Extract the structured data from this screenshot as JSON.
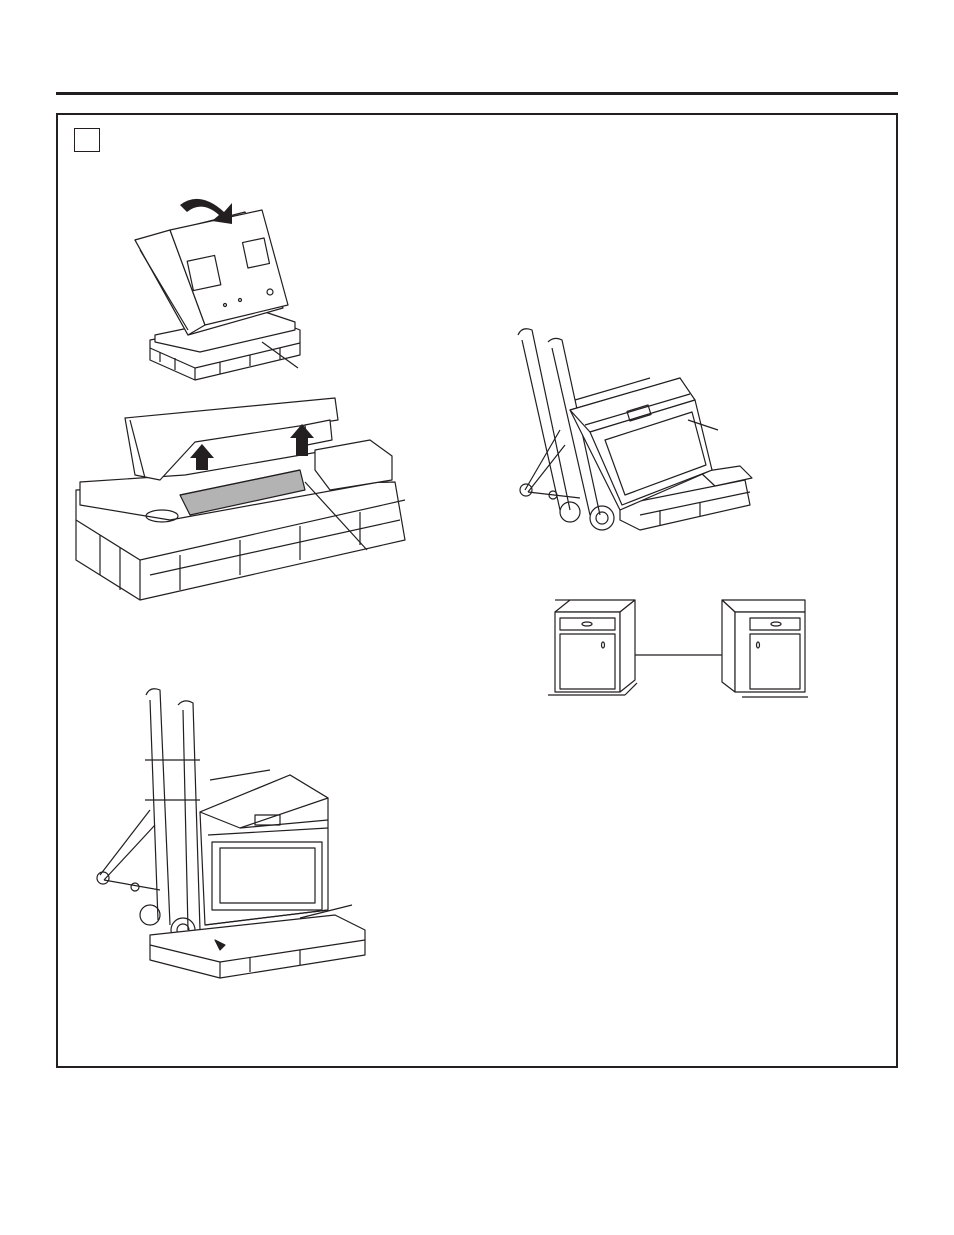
{
  "page": {
    "step_number": "",
    "colors": {
      "line": "#231f20",
      "panel_fill": "#b3b3b3",
      "background": "#ffffff"
    }
  },
  "illustrations": [
    {
      "id": "tilt-cover-off",
      "icon": "arrow-curved-icon"
    },
    {
      "id": "lift-packaging",
      "icon": "arrow-up-icon"
    },
    {
      "id": "dolly-upright"
    },
    {
      "id": "dolly-tilted"
    },
    {
      "id": "cabinet-opening"
    }
  ]
}
